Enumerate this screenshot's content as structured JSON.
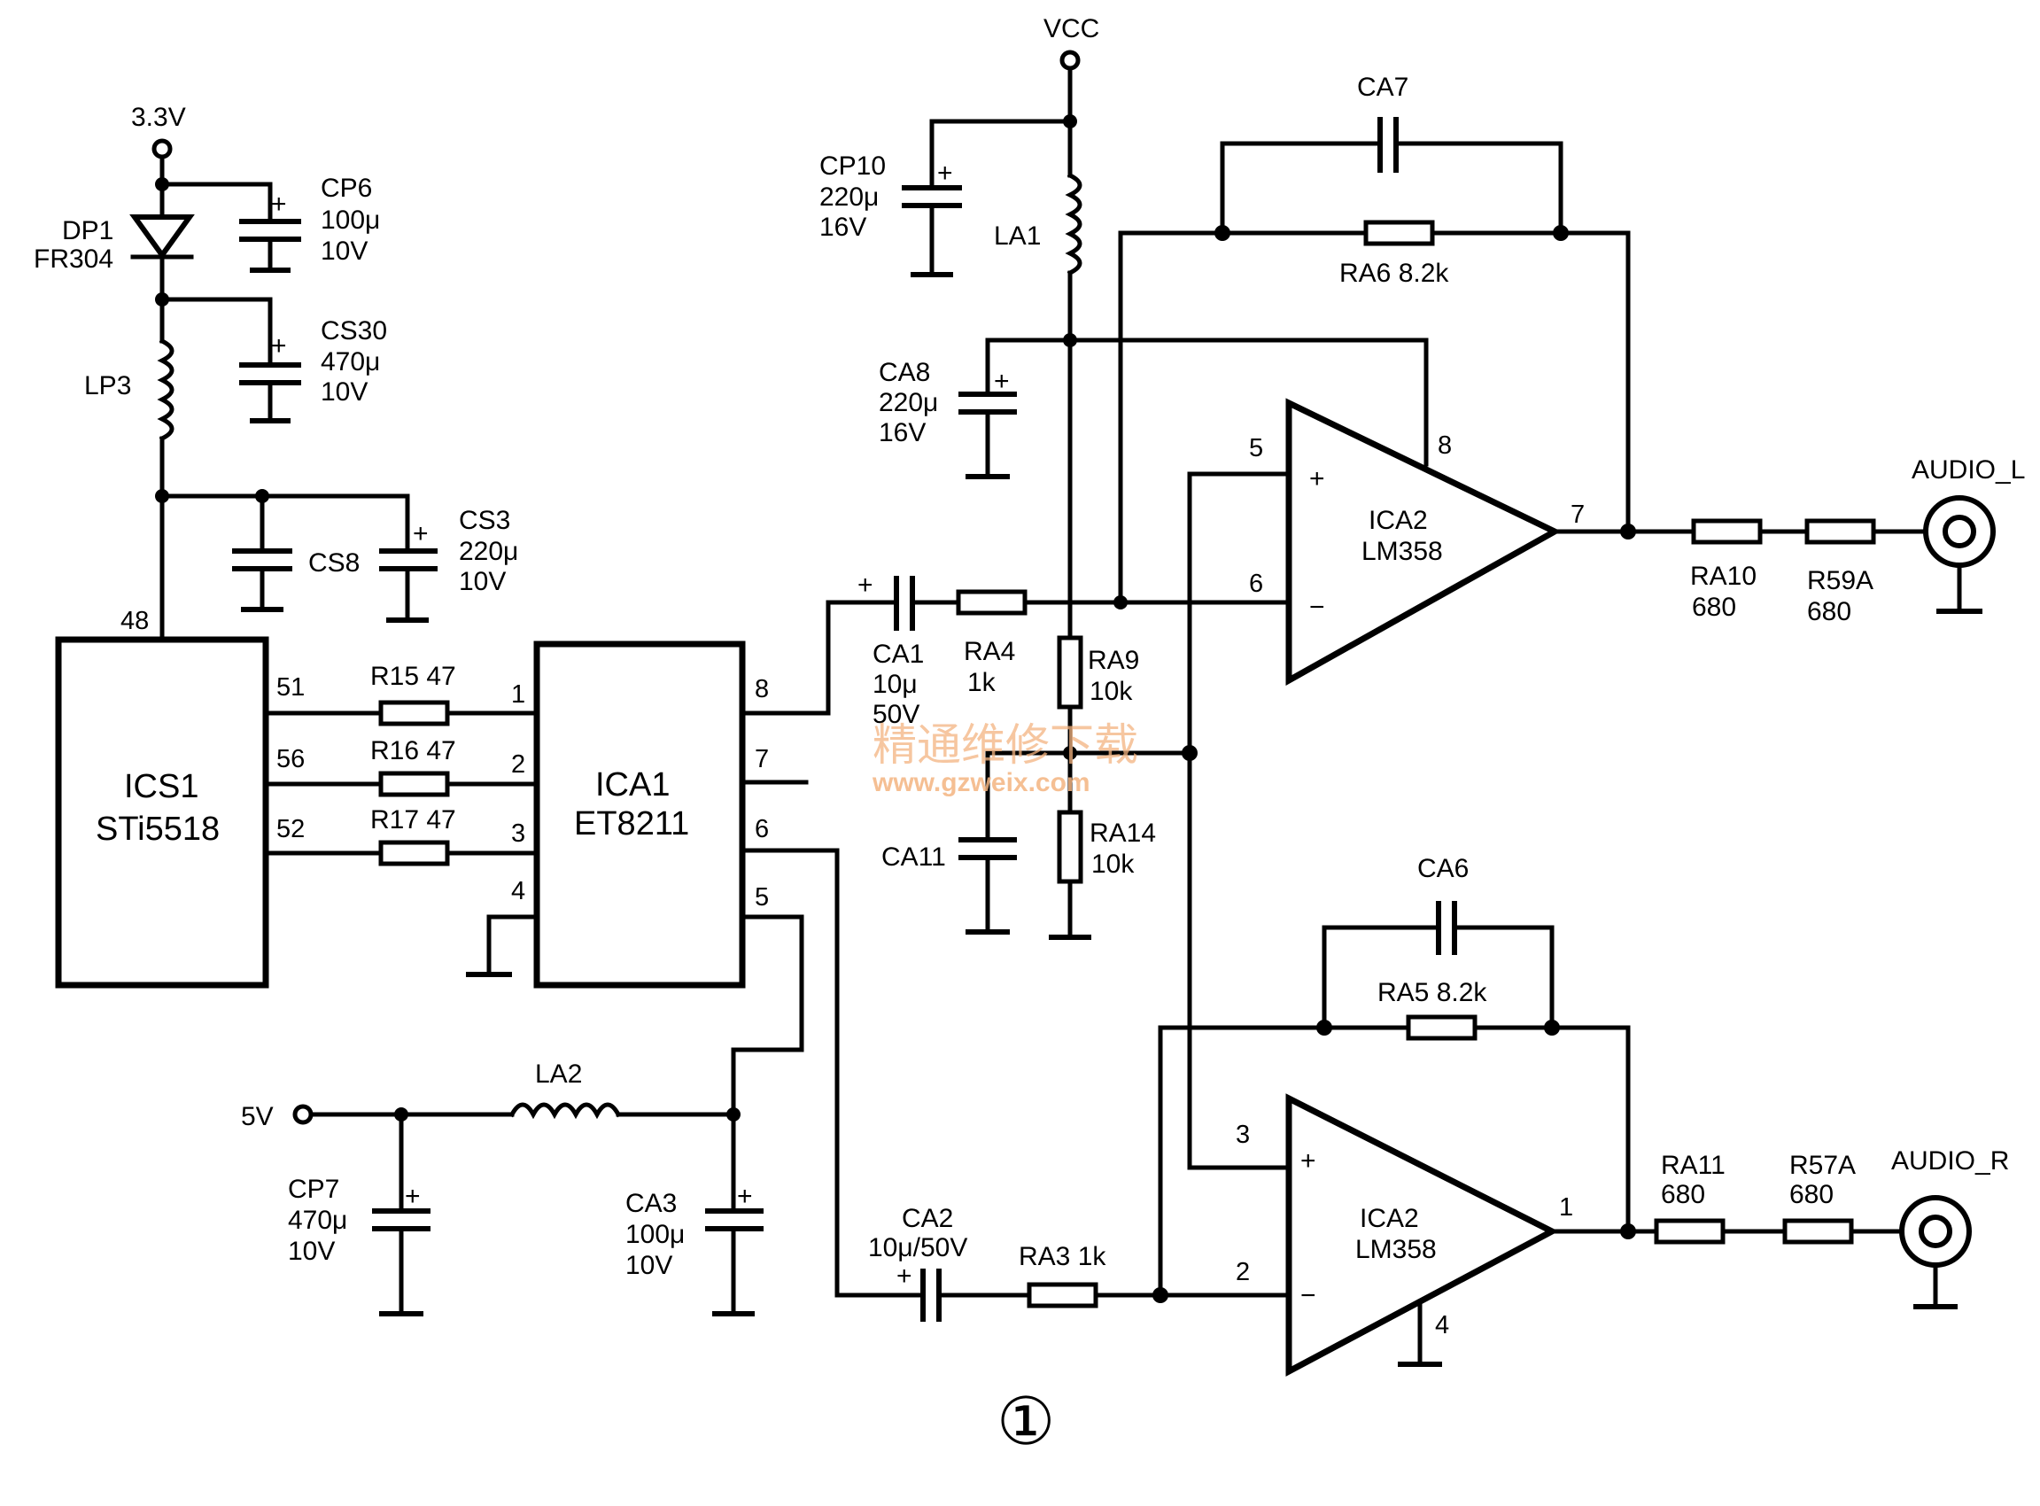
{
  "rails": {
    "v33": "3.3V",
    "vcc": "VCC",
    "v5": "5V"
  },
  "diode": {
    "ref": "DP1",
    "part": "FR304"
  },
  "inductors": {
    "lp3": "LP3",
    "la1": "LA1",
    "la2": "LA2"
  },
  "caps": {
    "cp6": {
      "ref": "CP6",
      "value": "100μ",
      "voltage": "10V"
    },
    "cs30": {
      "ref": "CS30",
      "value": "470μ",
      "voltage": "10V"
    },
    "cs8": {
      "ref": "CS8"
    },
    "cs3": {
      "ref": "CS3",
      "value": "220μ",
      "voltage": "10V"
    },
    "cp10": {
      "ref": "CP10",
      "value": "220μ",
      "voltage": "16V"
    },
    "ca8": {
      "ref": "CA8",
      "value": "220μ",
      "voltage": "16V"
    },
    "ca7": {
      "ref": "CA7"
    },
    "ca1": {
      "ref": "CA1",
      "value": "10μ",
      "voltage": "50V"
    },
    "ca11": {
      "ref": "CA11"
    },
    "ca6": {
      "ref": "CA6"
    },
    "cp7": {
      "ref": "CP7",
      "value": "470μ",
      "voltage": "10V"
    },
    "ca3": {
      "ref": "CA3",
      "value": "100μ",
      "voltage": "10V"
    },
    "ca2": {
      "ref": "CA2",
      "value": "10μ/50V"
    }
  },
  "resistors": {
    "r15": "R15 47",
    "r16": "R16 47",
    "r17": "R17 47",
    "ra6": "RA6 8.2k",
    "ra4": {
      "ref": "RA4",
      "value": "1k"
    },
    "ra9": {
      "ref": "RA9",
      "value": "10k"
    },
    "ra14": {
      "ref": "RA14",
      "value": "10k"
    },
    "ra5": "RA5 8.2k",
    "ra3": "RA3 1k",
    "ra10": {
      "ref": "RA10",
      "value": "680"
    },
    "r59a": {
      "ref": "R59A",
      "value": "680"
    },
    "ra11": {
      "ref": "RA11",
      "value": "680"
    },
    "r57a": {
      "ref": "R57A",
      "value": "680"
    }
  },
  "ics": {
    "ics1": {
      "ref": "ICS1",
      "part": "STi5518"
    },
    "ica1": {
      "ref": "ICA1",
      "part": "ET8211"
    },
    "ica2_top": {
      "ref": "ICA2",
      "part": "LM358"
    },
    "ica2_bot": {
      "ref": "ICA2",
      "part": "LM358"
    }
  },
  "pins": {
    "ics1_48": "48",
    "ics1_51": "51",
    "ics1_56": "56",
    "ics1_52": "52",
    "ica1_1": "1",
    "ica1_2": "2",
    "ica1_3": "3",
    "ica1_4": "4",
    "ica1_8": "8",
    "ica1_7": "7",
    "ica1_6": "6",
    "ica1_5": "5",
    "opa_5": "5",
    "opa_6": "6",
    "opa_8": "8",
    "opa_7": "7",
    "opb_3": "3",
    "opb_2": "2",
    "opb_4": "4",
    "opb_1": "1",
    "plus": "+",
    "minus": "−"
  },
  "connectors": {
    "left": "AUDIO_L",
    "right": "AUDIO_R"
  },
  "watermark": {
    "cn": "精通维修下载",
    "url": "www.gzweix.com"
  },
  "figure_number": "①"
}
